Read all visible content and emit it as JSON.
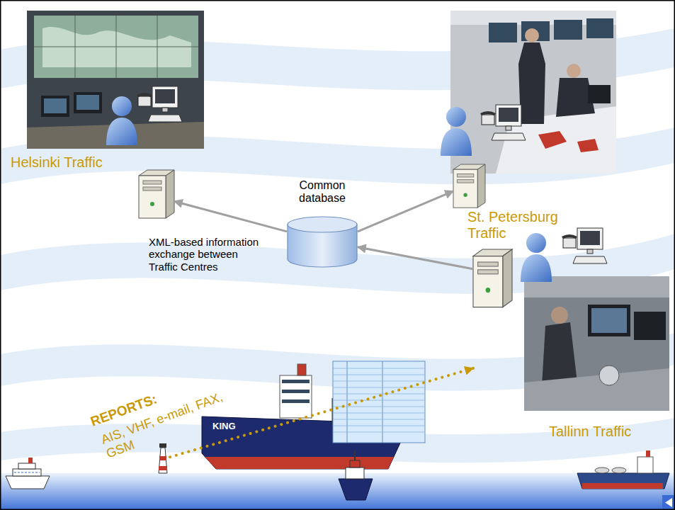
{
  "diagram": {
    "nodes": [
      {
        "text": [
          "Helsinki Traffic"
        ]
      },
      {
        "text": [
          "Common database"
        ]
      },
      {
        "text": [
          "St. Petersburg Traffic"
        ]
      },
      {
        "text": [
          "Tallinn Traffic"
        ]
      },
      {
        "text": [
          "KING"
        ]
      }
    ],
    "edges": [
      {
        "from": 1,
        "to": 0,
        "arrow": "to"
      },
      {
        "from": 1,
        "to": 2,
        "arrow": "to"
      },
      {
        "from": 3,
        "to": 1,
        "arrow": "to"
      },
      {
        "from": 4,
        "to": 3,
        "arrow": "to",
        "label": "REPORTS:"
      }
    ],
    "labels": [
      "XML-based information exchange between Traffic Centres",
      "AIS, VHF, e-mail, FAX, GSM"
    ]
  }
}
